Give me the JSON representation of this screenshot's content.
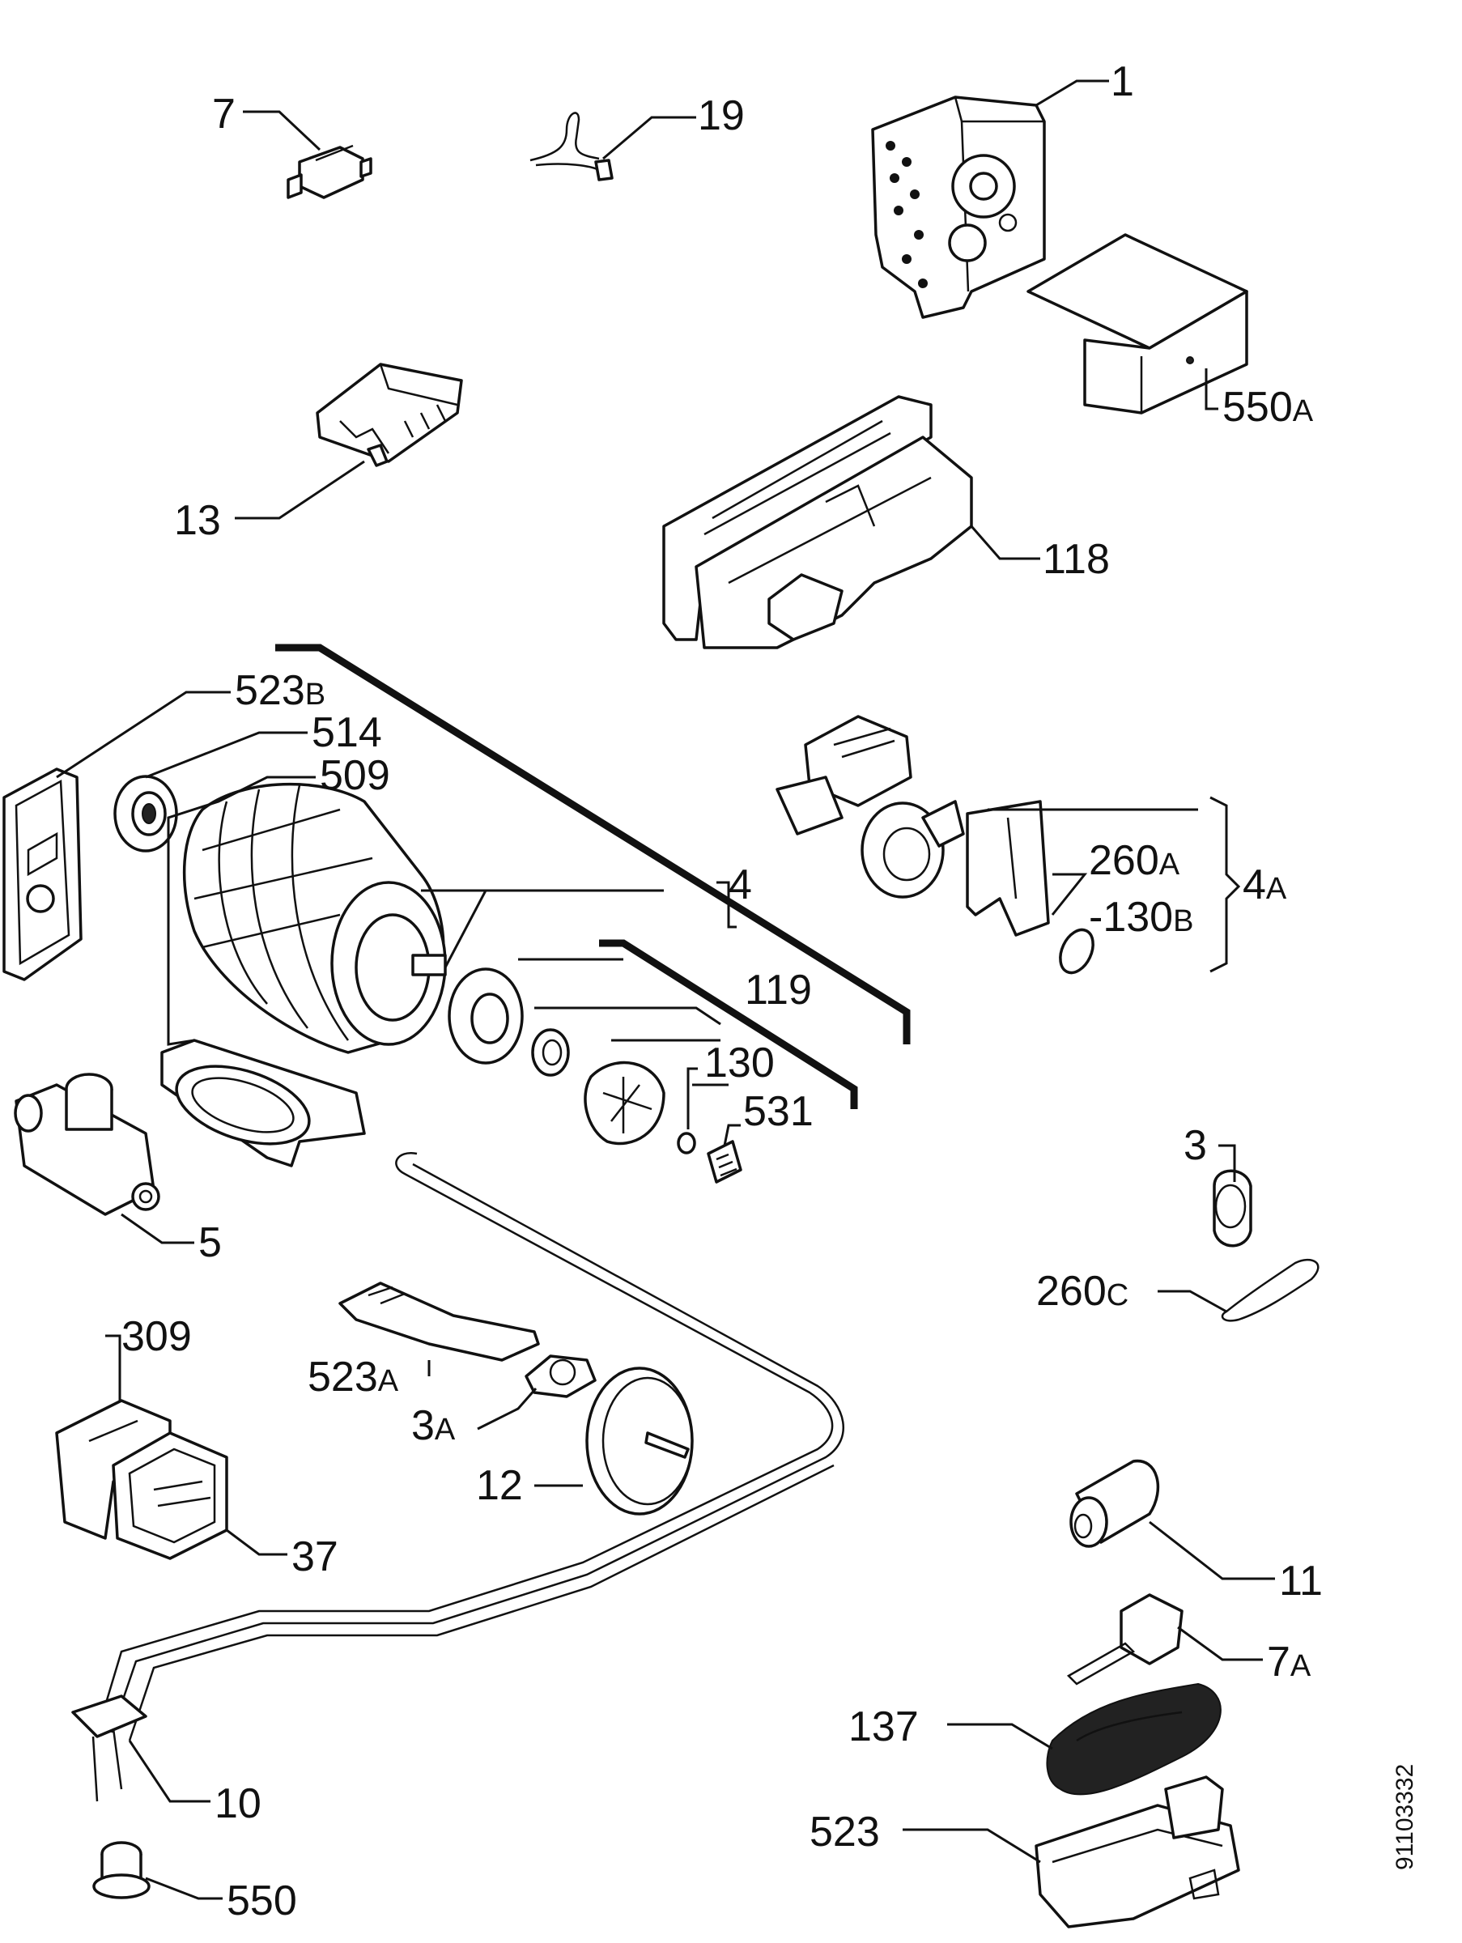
{
  "document_id": "91103332",
  "parts": [
    {
      "id": "p1",
      "number": "1",
      "suffix": ""
    },
    {
      "id": "p7",
      "number": "7",
      "suffix": ""
    },
    {
      "id": "p19",
      "number": "19",
      "suffix": ""
    },
    {
      "id": "p550a",
      "number": "550",
      "suffix": "A"
    },
    {
      "id": "p13",
      "number": "13",
      "suffix": ""
    },
    {
      "id": "p118",
      "number": "118",
      "suffix": ""
    },
    {
      "id": "p523b",
      "number": "523",
      "suffix": "B"
    },
    {
      "id": "p514",
      "number": "514",
      "suffix": ""
    },
    {
      "id": "p509",
      "number": "509",
      "suffix": ""
    },
    {
      "id": "p4",
      "number": "4",
      "suffix": ""
    },
    {
      "id": "p260a",
      "number": "260",
      "suffix": "A"
    },
    {
      "id": "p4a",
      "number": "4",
      "suffix": "A"
    },
    {
      "id": "p130b",
      "number": "-130",
      "suffix": "B"
    },
    {
      "id": "p119",
      "number": "119",
      "suffix": ""
    },
    {
      "id": "p130",
      "number": "130",
      "suffix": ""
    },
    {
      "id": "p531",
      "number": "531",
      "suffix": ""
    },
    {
      "id": "p5",
      "number": "5",
      "suffix": ""
    },
    {
      "id": "p3",
      "number": "3",
      "suffix": ""
    },
    {
      "id": "p260c",
      "number": "260",
      "suffix": "C"
    },
    {
      "id": "p309",
      "number": "309",
      "suffix": ""
    },
    {
      "id": "p523a",
      "number": "523",
      "suffix": "A"
    },
    {
      "id": "p3a",
      "number": "3",
      "suffix": "A"
    },
    {
      "id": "p12",
      "number": "12",
      "suffix": ""
    },
    {
      "id": "p37",
      "number": "37",
      "suffix": ""
    },
    {
      "id": "p11",
      "number": "11",
      "suffix": ""
    },
    {
      "id": "p7a",
      "number": "7",
      "suffix": "A"
    },
    {
      "id": "p137",
      "number": "137",
      "suffix": ""
    },
    {
      "id": "p10",
      "number": "10",
      "suffix": ""
    },
    {
      "id": "p523",
      "number": "523",
      "suffix": ""
    },
    {
      "id": "p550",
      "number": "550",
      "suffix": ""
    }
  ]
}
